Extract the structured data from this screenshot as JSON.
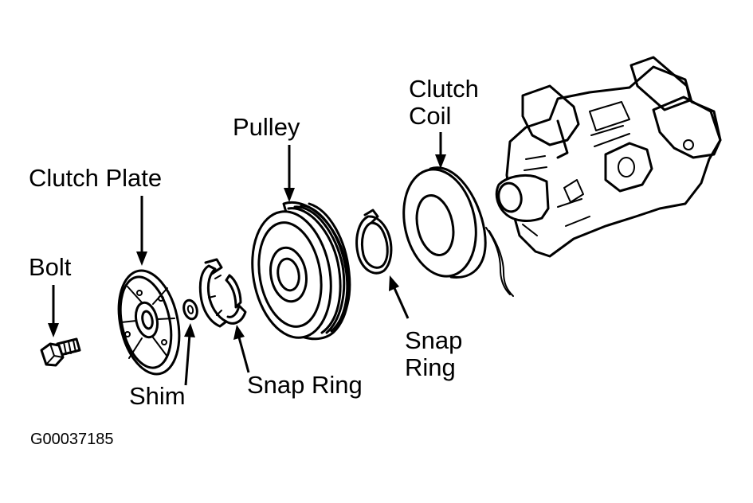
{
  "labels": {
    "bolt": "Bolt",
    "clutch_plate": "Clutch Plate",
    "shim": "Shim",
    "snap_ring_1": "Snap Ring",
    "pulley": "Pulley",
    "snap_ring_2_line1": "Snap",
    "snap_ring_2_line2": "Ring",
    "clutch_coil_line1": "Clutch",
    "clutch_coil_line2": "Coil"
  },
  "figure_id": "G00037185"
}
